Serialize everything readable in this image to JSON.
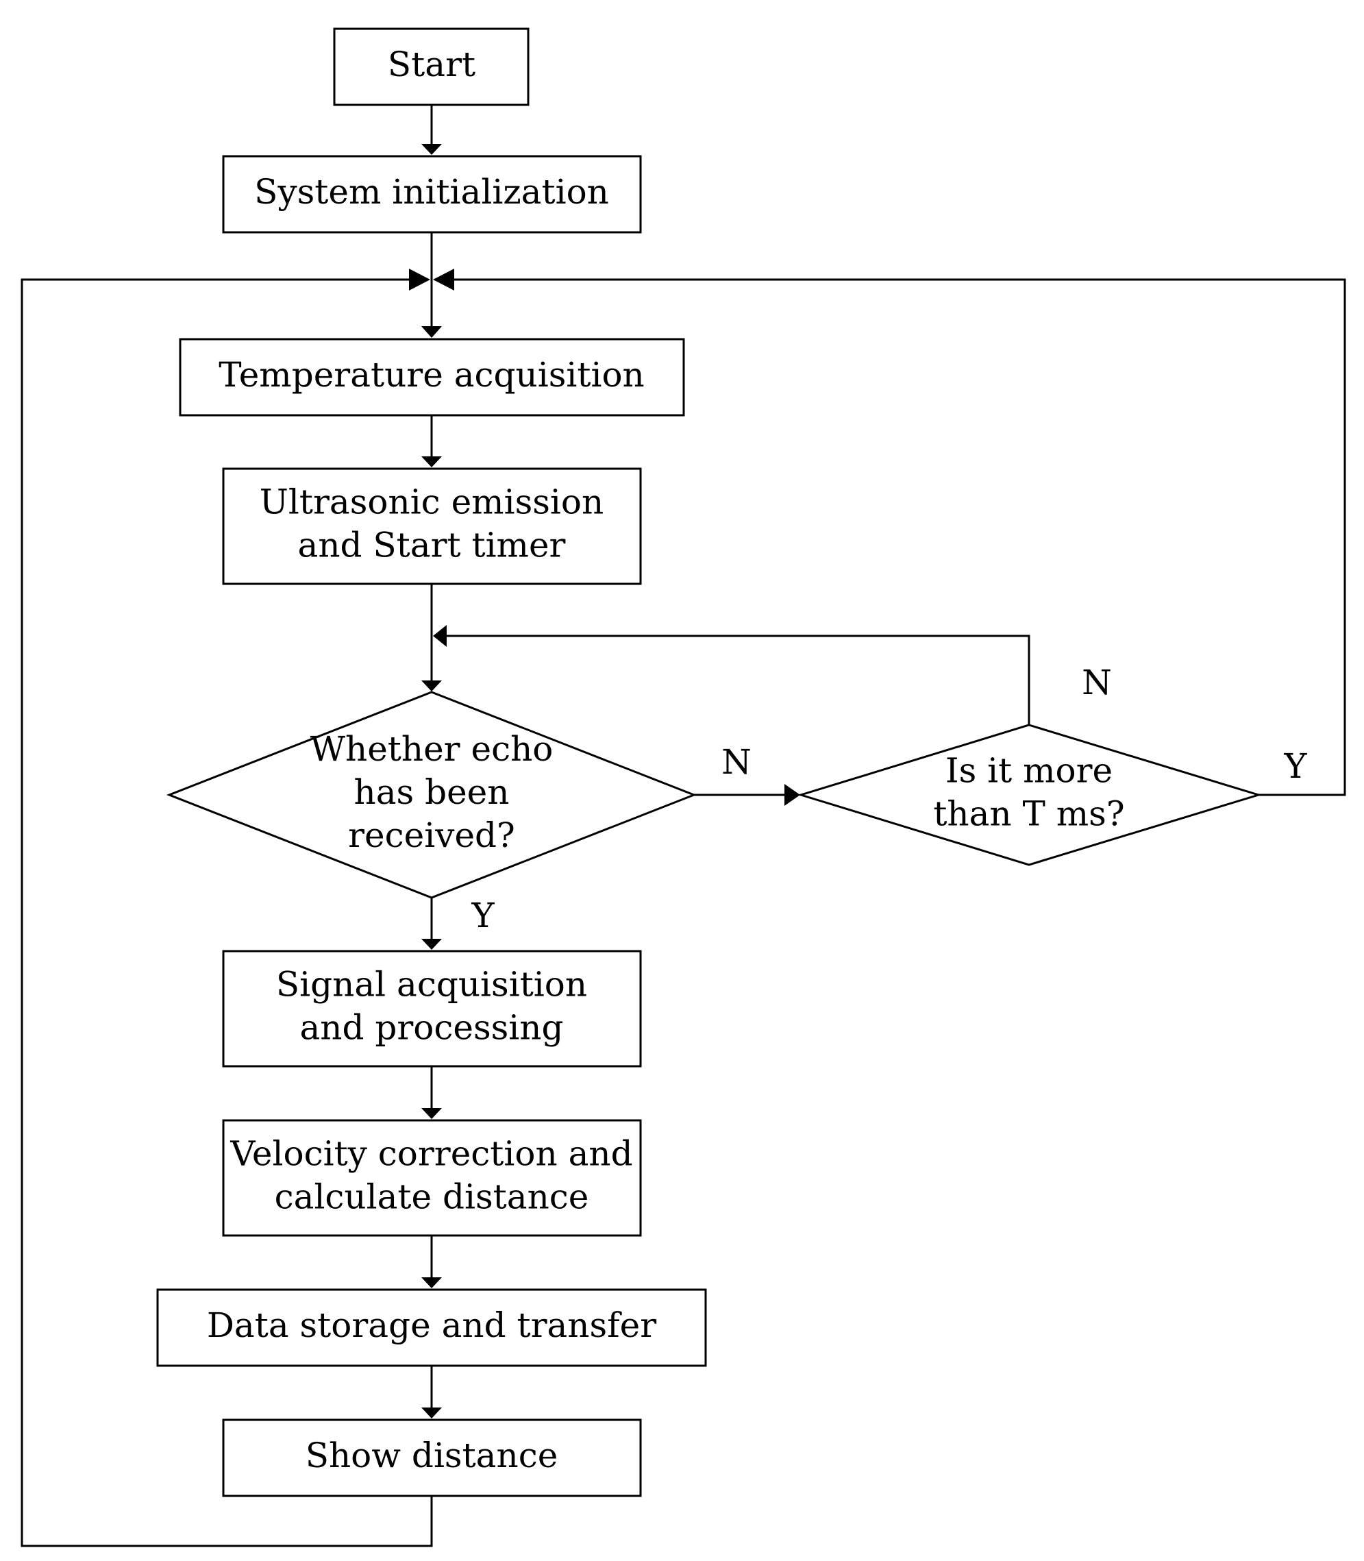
{
  "nodes": {
    "start": {
      "lines": [
        "Start"
      ]
    },
    "init": {
      "lines": [
        "System initialization"
      ]
    },
    "temp": {
      "lines": [
        "Temperature acquisition"
      ]
    },
    "emit": {
      "lines": [
        "Ultrasonic emission",
        "and Start timer"
      ]
    },
    "echo": {
      "lines": [
        "Whether echo",
        "has been",
        "received?"
      ]
    },
    "timeout": {
      "lines": [
        "Is it  more",
        "than  T ms?"
      ]
    },
    "signal": {
      "lines": [
        "Signal acquisition",
        "and processing"
      ]
    },
    "velocity": {
      "lines": [
        "Velocity correction and",
        "calculate  distance"
      ]
    },
    "storage": {
      "lines": [
        "Data storage and transfer"
      ]
    },
    "show": {
      "lines": [
        "Show distance"
      ]
    }
  },
  "branch_labels": {
    "echo_no": "N",
    "echo_yes": "Y",
    "timeout_no": "N",
    "timeout_yes": "Y"
  },
  "colors": {
    "stroke": "#000000",
    "fill": "#ffffff"
  }
}
